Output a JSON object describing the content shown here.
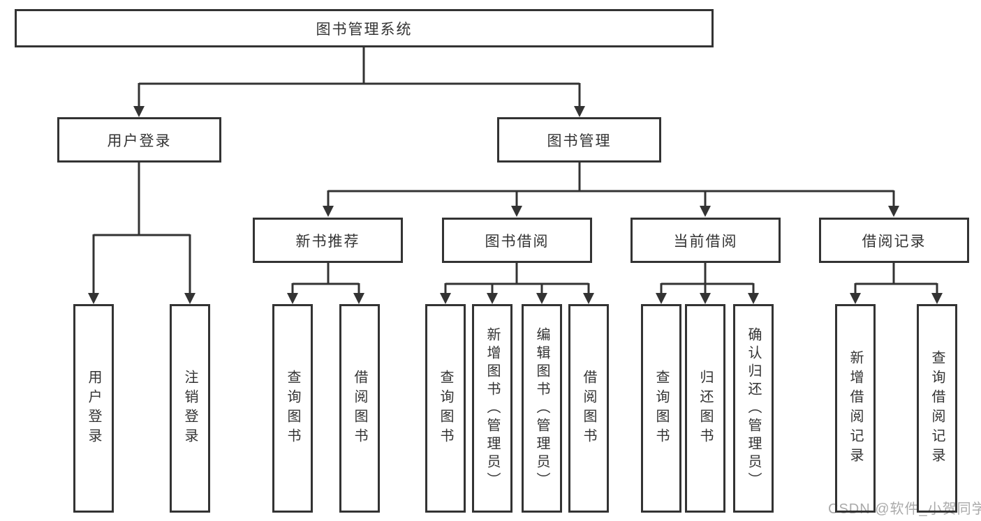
{
  "diagram": {
    "title": "图书管理系统",
    "root": {
      "label": "图书管理系统"
    },
    "level2": [
      {
        "label": "用户登录"
      },
      {
        "label": "图书管理"
      }
    ],
    "level3": [
      {
        "label": "新书推荐"
      },
      {
        "label": "图书借阅"
      },
      {
        "label": "当前借阅"
      },
      {
        "label": "借阅记录"
      }
    ],
    "leaves": [
      {
        "label": "用户登录",
        "parent": "用户登录"
      },
      {
        "label": "注销登录",
        "parent": "用户登录"
      },
      {
        "label": "查询图书",
        "parent": "新书推荐"
      },
      {
        "label": "借阅图书",
        "parent": "新书推荐"
      },
      {
        "label": "查询图书",
        "parent": "图书借阅"
      },
      {
        "label": "新增图书（管理员）",
        "parent": "图书借阅"
      },
      {
        "label": "编辑图书（管理员）",
        "parent": "图书借阅"
      },
      {
        "label": "借阅图书",
        "parent": "图书借阅"
      },
      {
        "label": "查询图书",
        "parent": "当前借阅"
      },
      {
        "label": "归还图书",
        "parent": "当前借阅"
      },
      {
        "label": "确认归还（管理员）",
        "parent": "当前借阅"
      },
      {
        "label": "新增借阅记录",
        "parent": "借阅记录"
      },
      {
        "label": "查询借阅记录",
        "parent": "借阅记录"
      }
    ]
  },
  "watermark": {
    "text": "CSDN @软件_小贺同学"
  },
  "colors": {
    "line": "#333333",
    "text": "#333333",
    "watermark": "#aaaaaa",
    "background": "#ffffff"
  }
}
